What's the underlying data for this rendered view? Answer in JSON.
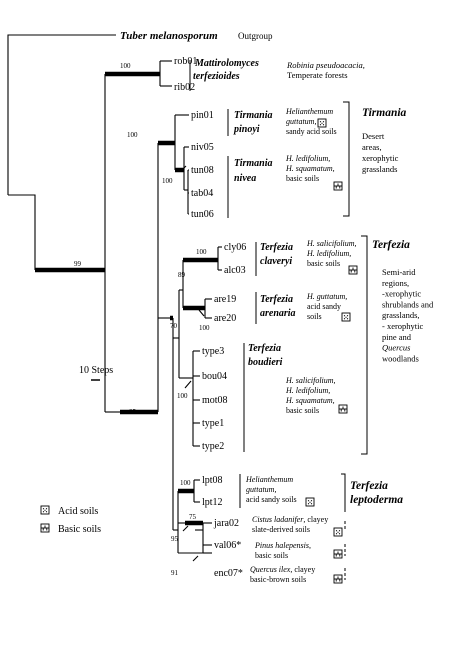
{
  "outgroup": {
    "name": "Tuber melanosporum",
    "label": "Outgroup"
  },
  "mattirolomyces": {
    "genus": [
      "Mattirolomyces",
      "terfezioides"
    ],
    "habitat": [
      [
        {
          "t": "Robinia pseudoacacia",
          "i": true
        },
        {
          "t": ",",
          "i": false
        }
      ],
      [
        {
          "t": "Temperate forests",
          "i": false
        }
      ]
    ]
  },
  "taxa": [
    "rob01",
    "rib02",
    "pin01",
    "niv05",
    "tun08",
    "tab04",
    "tun06",
    "cly06",
    "alc03",
    "are19",
    "are20",
    "type3",
    "bou04",
    "mot08",
    "type1",
    "type2",
    "lpt08",
    "lpt12",
    "jara02",
    "val06*",
    "enc07*"
  ],
  "bootstrap": [
    "100",
    "100",
    "100",
    "99",
    "100",
    "89",
    "100",
    "70",
    "100",
    "85",
    "100",
    "75",
    "95",
    "91"
  ],
  "species": {
    "pinoyi": [
      "Tirmania",
      "pinoyi"
    ],
    "nivea": [
      "Tirmania",
      "nivea"
    ],
    "claveryi": [
      "Terfezia",
      "claveryi"
    ],
    "arenaria": [
      "Terfezia",
      "arenaria"
    ],
    "boudieri": [
      "Terfezia",
      "boudieri"
    ]
  },
  "groups": {
    "tirmania": {
      "title": "Tirmania",
      "habitat": [
        "Desert",
        "areas,",
        "xerophytic",
        "grasslands"
      ]
    },
    "terfezia": {
      "title": "Terfezia",
      "habitat": [
        [
          {
            "t": "Semi-arid",
            "i": false
          }
        ],
        [
          {
            "t": "regions,",
            "i": false
          }
        ],
        [
          {
            "t": "-xerophytic",
            "i": false
          }
        ],
        [
          {
            "t": "shrublands and",
            "i": false
          }
        ],
        [
          {
            "t": "grasslands,",
            "i": false
          }
        ],
        [
          {
            "t": "- xerophytic",
            "i": false
          }
        ],
        [
          {
            "t": "pine and",
            "i": false
          }
        ],
        [
          {
            "t": "Quercus",
            "i": true
          }
        ],
        [
          {
            "t": "woodlands",
            "i": false
          }
        ]
      ]
    },
    "leptoderma": {
      "title": [
        "Terfezia",
        "leptoderma"
      ]
    }
  },
  "hosts": {
    "pinoyi": [
      [
        {
          "t": "Helianthemum",
          "i": true
        }
      ],
      [
        {
          "t": "guttatum,",
          "i": true
        }
      ],
      [
        {
          "t": "sandy acid soils",
          "i": false
        }
      ]
    ],
    "nivea": [
      [
        {
          "t": "H. ledifolium,",
          "i": true
        }
      ],
      [
        {
          "t": "H. squamatum,",
          "i": true
        }
      ],
      [
        {
          "t": "basic soils",
          "i": false
        }
      ]
    ],
    "claveryi": [
      [
        {
          "t": "H. salicifolium,",
          "i": true
        }
      ],
      [
        {
          "t": "H. ledifolium,",
          "i": true
        }
      ],
      [
        {
          "t": "basic soils",
          "i": false
        }
      ]
    ],
    "arenaria": [
      [
        {
          "t": "H. guttatum,",
          "i": true
        }
      ],
      [
        {
          "t": "acid sandy",
          "i": false
        }
      ],
      [
        {
          "t": "soils",
          "i": false
        }
      ]
    ],
    "boudieri": [
      [
        {
          "t": "H. salicifolium,",
          "i": true
        }
      ],
      [
        {
          "t": "H. ledifolium,",
          "i": true
        }
      ],
      [
        {
          "t": "H. squamatum,",
          "i": true
        }
      ],
      [
        {
          "t": "basic soils",
          "i": false
        }
      ]
    ],
    "leptoderma": [
      [
        {
          "t": "Helianthemum",
          "i": true
        }
      ],
      [
        {
          "t": "guttatum,",
          "i": true
        }
      ],
      [
        {
          "t": "acid sandy soils",
          "i": false
        }
      ]
    ],
    "jara": [
      [
        {
          "t": "Cistus ladanifer",
          "i": true
        },
        {
          "t": ", clayey",
          "i": false
        }
      ],
      [
        {
          "t": "slate-derived  soils",
          "i": false
        }
      ]
    ],
    "val": [
      [
        {
          "t": "Pinus halepensis",
          "i": true
        },
        {
          "t": ",",
          "i": false
        }
      ],
      [
        {
          "t": "basic soils",
          "i": false
        }
      ]
    ],
    "enc": [
      [
        {
          "t": "Quercus ilex",
          "i": true
        },
        {
          "t": ", clayey",
          "i": false
        }
      ],
      [
        {
          "t": "basic-brown soils",
          "i": false
        }
      ]
    ]
  },
  "scale": {
    "label": "10 Steps"
  },
  "legend": {
    "acid": "Acid soils",
    "basic": "Basic soils"
  }
}
